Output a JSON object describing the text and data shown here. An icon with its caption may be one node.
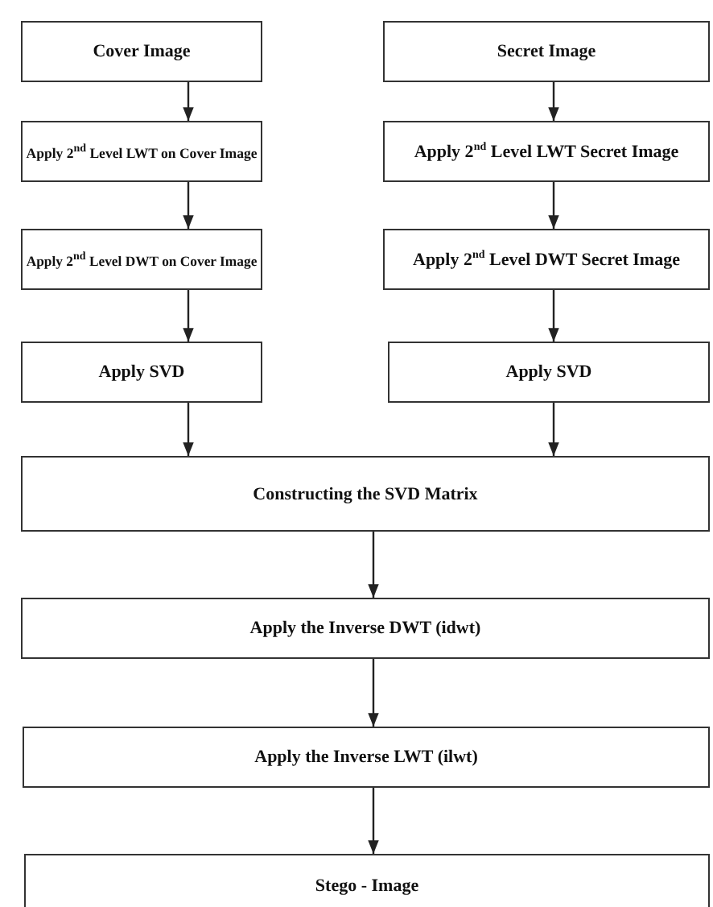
{
  "diagram": {
    "nodes": [
      {
        "text": [
          "Cover Image"
        ]
      },
      {
        "text": [
          "Secret Image"
        ]
      },
      {
        "text": [
          "Apply 2$^{nd}$ Level LWT on Cover Image"
        ]
      },
      {
        "text": [
          "Apply 2$^{nd}$ Level LWT Secret Image"
        ]
      },
      {
        "text": [
          "Apply 2$^{nd}$ Level DWT on Cover Image"
        ]
      },
      {
        "text": [
          "Apply 2$^{nd}$ Level DWT Secret Image"
        ]
      },
      {
        "text": [
          "Apply SVD"
        ]
      },
      {
        "text": [
          "Apply SVD"
        ]
      },
      {
        "text": [
          "Constructing the SVD Matrix"
        ]
      },
      {
        "text": [
          "Apply the Inverse DWT (idwt)"
        ]
      },
      {
        "text": [
          "Apply the Inverse LWT (ilwt)"
        ]
      },
      {
        "text": [
          "Stego - Image"
        ]
      }
    ],
    "edges": [
      {
        "from": 0,
        "to": 2,
        "arrow": "to"
      },
      {
        "from": 1,
        "to": 3,
        "arrow": "to"
      },
      {
        "from": 2,
        "to": 4,
        "arrow": "to"
      },
      {
        "from": 3,
        "to": 5,
        "arrow": "to"
      },
      {
        "from": 4,
        "to": 6,
        "arrow": "to"
      },
      {
        "from": 5,
        "to": 7,
        "arrow": "to"
      },
      {
        "from": 6,
        "to": 8,
        "arrow": "to"
      },
      {
        "from": 7,
        "to": 8,
        "arrow": "to"
      },
      {
        "from": 8,
        "to": 9,
        "arrow": "to"
      },
      {
        "from": 9,
        "to": 10,
        "arrow": "to"
      },
      {
        "from": 10,
        "to": 11,
        "arrow": "to"
      }
    ]
  }
}
